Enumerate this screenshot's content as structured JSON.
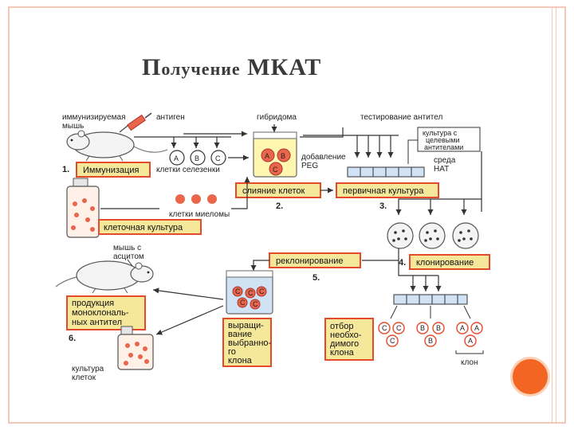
{
  "title_first": "П",
  "title_rest": "олучение",
  "title_second": "МКАТ",
  "labels": {
    "mouse_immunized": [
      "иммунизируемая",
      "мышь"
    ],
    "antigen": "антиген",
    "hybridoma": "гибридома",
    "antibody_testing": "тестирование антител",
    "target_culture": [
      "культура с",
      "целевыми",
      "антителами"
    ],
    "medium": [
      "среда",
      "HAT"
    ],
    "spleen_cells": "клетки селезенки",
    "peg": [
      "добавление",
      "PEG"
    ],
    "myeloma_cells": "клетки миеломы",
    "mouse_ascites": [
      "мышь с",
      "асцитом"
    ],
    "clone": "клон",
    "culture_cells": [
      "культура",
      "клеток"
    ]
  },
  "boxes": {
    "immunization": "Иммунизация",
    "fusion": "слияние клеток",
    "primary_culture": "первичная культура",
    "cell_culture": "клеточная культура",
    "recloning": "реклонирование",
    "cloning": "клонирование",
    "production": [
      "продукция",
      "моноклональ-",
      "ных антител"
    ],
    "growing": [
      "выращи-",
      "вание",
      "выбранно-",
      "го",
      "клона"
    ],
    "selection": [
      "отбор",
      "необхо-",
      "димого",
      "клона"
    ]
  },
  "steps": {
    "s1": "1.",
    "s2": "2.",
    "s3": "3.",
    "s4": "4.",
    "s5": "5.",
    "s6": "6."
  },
  "cells": {
    "a": "A",
    "b": "B",
    "c": "C"
  },
  "colors": {
    "box_fill": "#f6e89a",
    "box_border": "#e34b2b",
    "arrow": "#333333",
    "cell_red": "#e9664a",
    "accent_orange": "#f26522"
  }
}
